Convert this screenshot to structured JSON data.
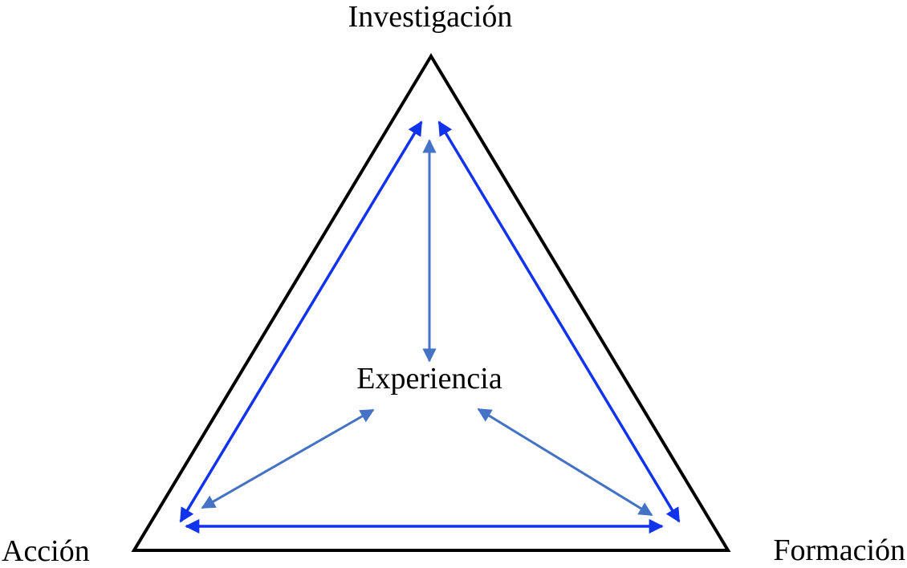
{
  "nodes": {
    "top": "Investigación",
    "center": "Experiencia",
    "left": "Acción",
    "right": "Formación"
  },
  "colors": {
    "outline": "#000000",
    "outer_arrows": "#1133ee",
    "inner_arrows": "#4472c4",
    "text": "#000000"
  }
}
